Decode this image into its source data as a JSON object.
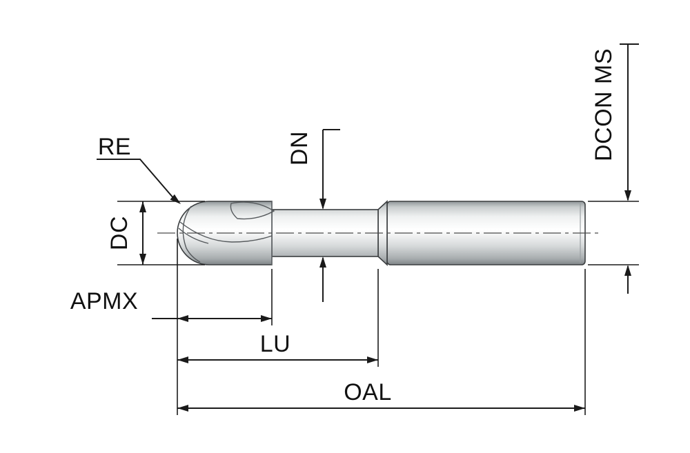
{
  "labels": {
    "re": "RE",
    "dc": "DC",
    "dn": "DN",
    "dcon_ms": "DCON MS",
    "apmx": "APMX",
    "lu": "LU",
    "oal": "OAL"
  },
  "colors": {
    "line": "#1a1a1a",
    "background": "#ffffff",
    "tool_light": "#ffffff",
    "tool_dark": "#7f8487"
  }
}
